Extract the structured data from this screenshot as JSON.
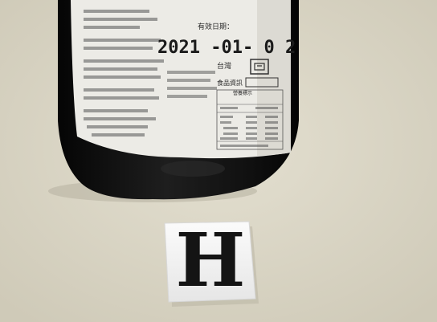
{
  "photo": {
    "description_elements": {
      "expiry_label": "有效日期：",
      "expiry_date": "2021 -01- 0 2",
      "region_text": "台灣",
      "panel_heading": "食品資訊",
      "panel_heading_2": "營養標示",
      "tile_letter": "H"
    },
    "colors": {
      "surface": "#ddd9c9",
      "bottle": "#141414",
      "label": "#ecebe6",
      "tile": "#f4f4f4",
      "letter": "#141414"
    }
  }
}
